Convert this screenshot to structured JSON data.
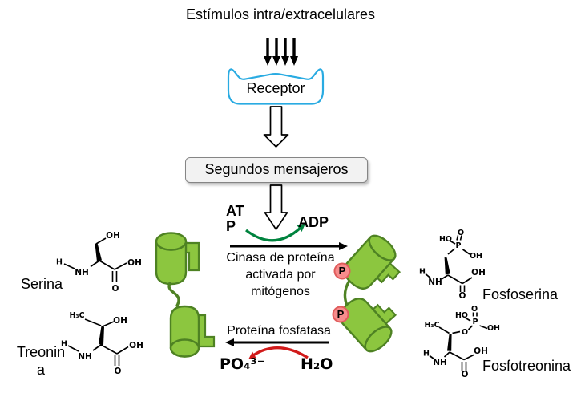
{
  "title": "Estímulos intra/extracelulares",
  "receptor": {
    "label": "Receptor"
  },
  "second_messengers": {
    "label": "Segundos mensajeros"
  },
  "kinase_reaction": {
    "atp_line1": "AT",
    "atp_line2": "P",
    "adp": "ADP",
    "enzyme_lines": [
      "Cinasa de proteína",
      "activada por",
      "mitógenos"
    ]
  },
  "phosphatase_reaction": {
    "enzyme": "Proteína fosfatasa",
    "phosphate": "PO₄³⁻",
    "water": "H₂O"
  },
  "phospho_group": {
    "label": "P"
  },
  "molecules": {
    "serine": {
      "name": "Serina",
      "atoms": {
        "oh_top": "OH",
        "h": "H",
        "nh": "NH",
        "oh_acid": "OH",
        "o_acid": "O"
      }
    },
    "threonine": {
      "name_line1": "Treonin",
      "name_line2": "a",
      "atoms": {
        "h3c": "H₃C",
        "oh_top": "OH",
        "h": "H",
        "nh": "NH",
        "oh_acid": "OH",
        "o_acid": "O"
      }
    },
    "phosphoserine": {
      "name": "Fosfoserina",
      "atoms": {
        "ho": "HO",
        "o_top": "O",
        "p": "P",
        "oh_p": "OH",
        "h": "H",
        "nh": "NH",
        "oh_acid": "OH",
        "o_acid": "O"
      }
    },
    "phosphothreonine": {
      "name": "Fosfotreonina",
      "atoms": {
        "o_top": "O",
        "ho": "HO",
        "p": "P",
        "oh_p": "OH",
        "o_ester": "O",
        "h3c": "H₃C",
        "h": "H",
        "nh": "NH",
        "oh_acid": "OH",
        "o_acid": "O"
      }
    }
  },
  "colors": {
    "receptor_outline": "#29ABE2",
    "protein_fill": "#8CC63F",
    "protein_outline": "#4E8223",
    "phosphate_fill": "#F78C8C",
    "phosphate_outline": "#E05C5C",
    "messenger_box_fill": "#F2F2F2",
    "messenger_box_border": "#858585",
    "kinase_arc": "#00833E",
    "hydrolysis_arc": "#D11A1A",
    "arrow": "#000000"
  }
}
